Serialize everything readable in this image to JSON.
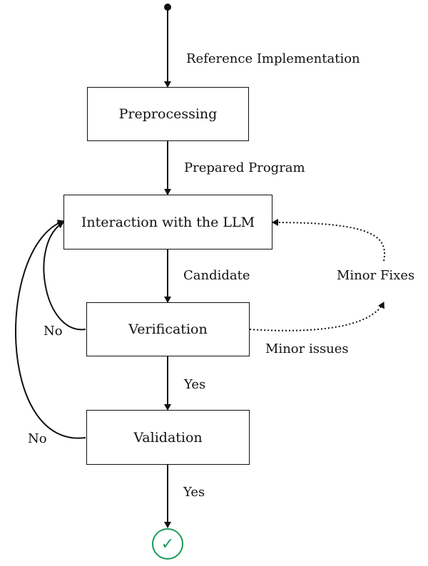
{
  "nodes": {
    "preprocessing": "Preprocessing",
    "interaction": "Interaction with the LLM",
    "verification": "Verification",
    "validation": "Validation"
  },
  "edges": {
    "reference": "Reference Implementation",
    "prepared": "Prepared Program",
    "candidate": "Candidate",
    "verification_yes": "Yes",
    "validation_yes": "Yes",
    "verification_no": "No",
    "validation_no": "No",
    "minor_issues": "Minor issues",
    "minor_fixes": "Minor Fixes"
  },
  "end": {
    "icon": "checkmark-icon",
    "glyph": "✓",
    "color": "#1b9a59"
  }
}
